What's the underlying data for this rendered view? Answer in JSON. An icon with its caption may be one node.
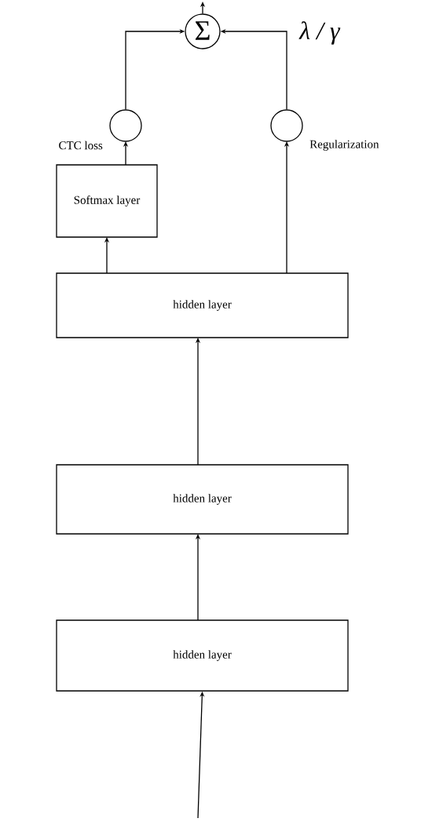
{
  "diagram": {
    "nodes": [
      {
        "text": [
          "Σ"
        ]
      },
      {
        "text": [],
        "shape": "circle",
        "beside": [
          "CTC loss"
        ]
      },
      {
        "text": [],
        "shape": "circle",
        "beside": [
          "Regularization"
        ]
      },
      {
        "text": [
          "Softmax layer"
        ]
      },
      {
        "text": [
          "hidden layer"
        ]
      },
      {
        "text": [
          "hidden layer"
        ]
      },
      {
        "text": [
          "hidden layer"
        ]
      }
    ],
    "edges": [
      {
        "from": 0,
        "to": null,
        "arrow": "to"
      },
      {
        "from": 1,
        "to": 0,
        "arrow": "to"
      },
      {
        "from": 2,
        "to": 0,
        "arrow": "to",
        "label": "λ / γ"
      },
      {
        "from": 3,
        "to": 1,
        "arrow": "to"
      },
      {
        "from": 4,
        "to": 3,
        "arrow": "to"
      },
      {
        "from": 4,
        "to": 2,
        "arrow": "to"
      },
      {
        "from": 5,
        "to": 4,
        "arrow": "to"
      },
      {
        "from": 6,
        "to": 5,
        "arrow": "to"
      },
      {
        "from": null,
        "to": 6,
        "arrow": "to"
      }
    ]
  }
}
